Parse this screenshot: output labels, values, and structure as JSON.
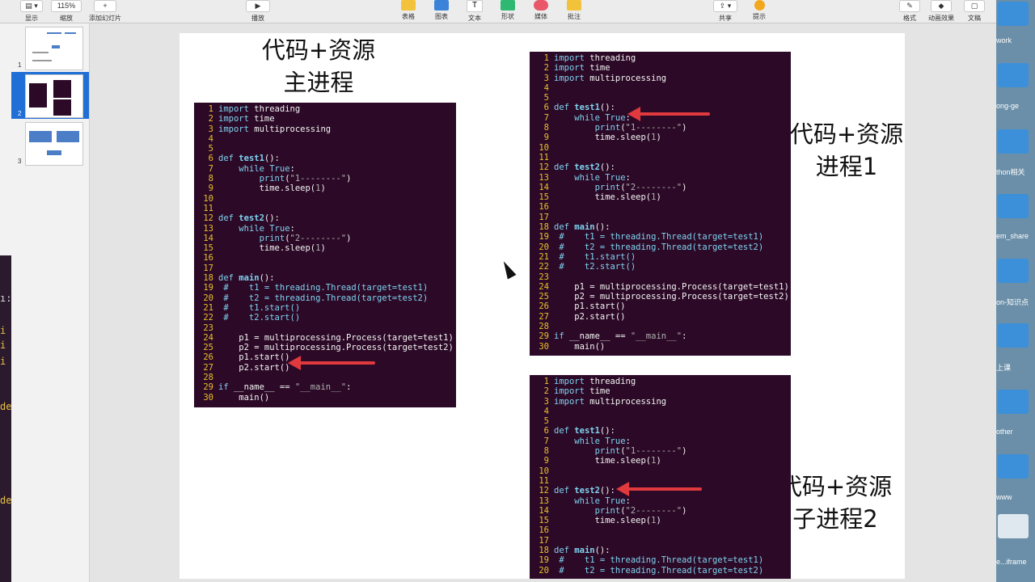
{
  "toolbar": {
    "view": "显示",
    "zoom_value": "115%",
    "zoom": "缩放",
    "add_slide": "添加幻灯片",
    "play": "播放",
    "table": "表格",
    "chart": "图表",
    "text": "文本",
    "shape": "形状",
    "media": "媒体",
    "comment": "批注",
    "share": "共享",
    "tips": "提示",
    "format": "格式",
    "animate": "动画效果",
    "document": "文稿"
  },
  "slides": [
    {
      "num": "1"
    },
    {
      "num": "2"
    },
    {
      "num": "3"
    }
  ],
  "captions": {
    "main_line1": "代码+资源",
    "main_line2": "主进程",
    "p1_line1": "代码+资源",
    "p1_line2": "进程1",
    "p2_line1": "代码+资源",
    "p2_line2": "子进程2"
  },
  "finder": {
    "items": [
      "work",
      "ong-ge",
      "thon相关",
      "em_share",
      "on-知识点",
      "上课",
      "other",
      "www",
      "e...iframe"
    ]
  },
  "terminal_strip": [
    "ı:",
    "i",
    "i",
    "i",
    "de",
    "de"
  ],
  "accent": "#1f6fd6",
  "arrow_color": "#e0393e"
}
